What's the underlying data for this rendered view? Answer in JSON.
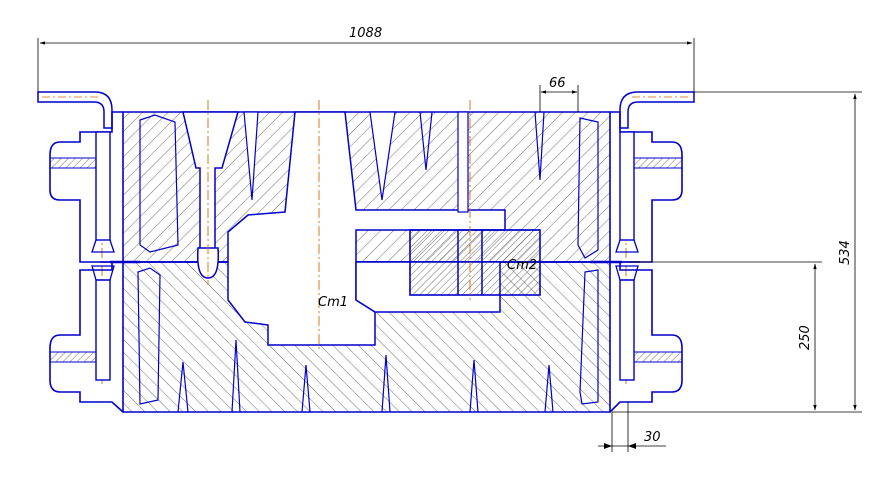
{
  "dimensions": {
    "overall_width": "1088",
    "top_offset": "66",
    "total_height": "534",
    "lower_height": "250",
    "wall_gap": "30"
  },
  "labels": {
    "part1": "Cm1",
    "part2": "Cm2"
  },
  "colors": {
    "outline": "#0000cc",
    "hatch": "#222222",
    "dimension": "#000000",
    "axis": "#d86a00"
  }
}
